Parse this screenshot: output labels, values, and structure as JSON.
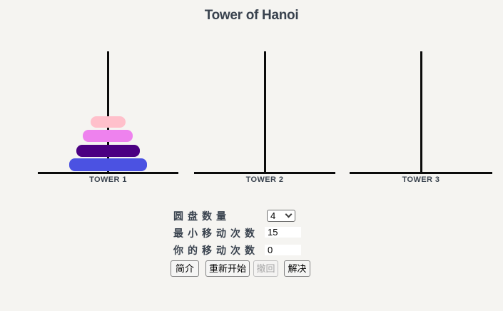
{
  "app": {
    "title": "Tower of Hanoi"
  },
  "colors": {
    "background": "#f5f4f1",
    "heading_text": "#39424e",
    "pole_and_base": "#0b0b0b",
    "disk_pink": "#ffc0cb",
    "disk_violet": "#ee82ee",
    "disk_indigo": "#4b0082",
    "disk_blue": "#4b52e2"
  },
  "towers": [
    {
      "label": "TOWER 1"
    },
    {
      "label": "TOWER 2"
    },
    {
      "label": "TOWER 3"
    }
  ],
  "disks": [
    {
      "name": "disk-1-smallest",
      "color": "#ffc0cb",
      "on_tower": 1
    },
    {
      "name": "disk-2",
      "color": "#ee82ee",
      "on_tower": 1
    },
    {
      "name": "disk-3",
      "color": "#4b0082",
      "on_tower": 1
    },
    {
      "name": "disk-4-largest",
      "color": "#4b52e2",
      "on_tower": 1
    }
  ],
  "controls": {
    "disk_count_label": "圆盘数量",
    "disk_count_value": "4",
    "min_moves_label": "最小移动次数",
    "min_moves_value": "15",
    "your_moves_label": "你的移动次数",
    "your_moves_value": "0"
  },
  "buttons": {
    "intro": "简介",
    "restart": "重新开始",
    "undo": "撤回",
    "undo_enabled": false,
    "solve": "解决"
  }
}
